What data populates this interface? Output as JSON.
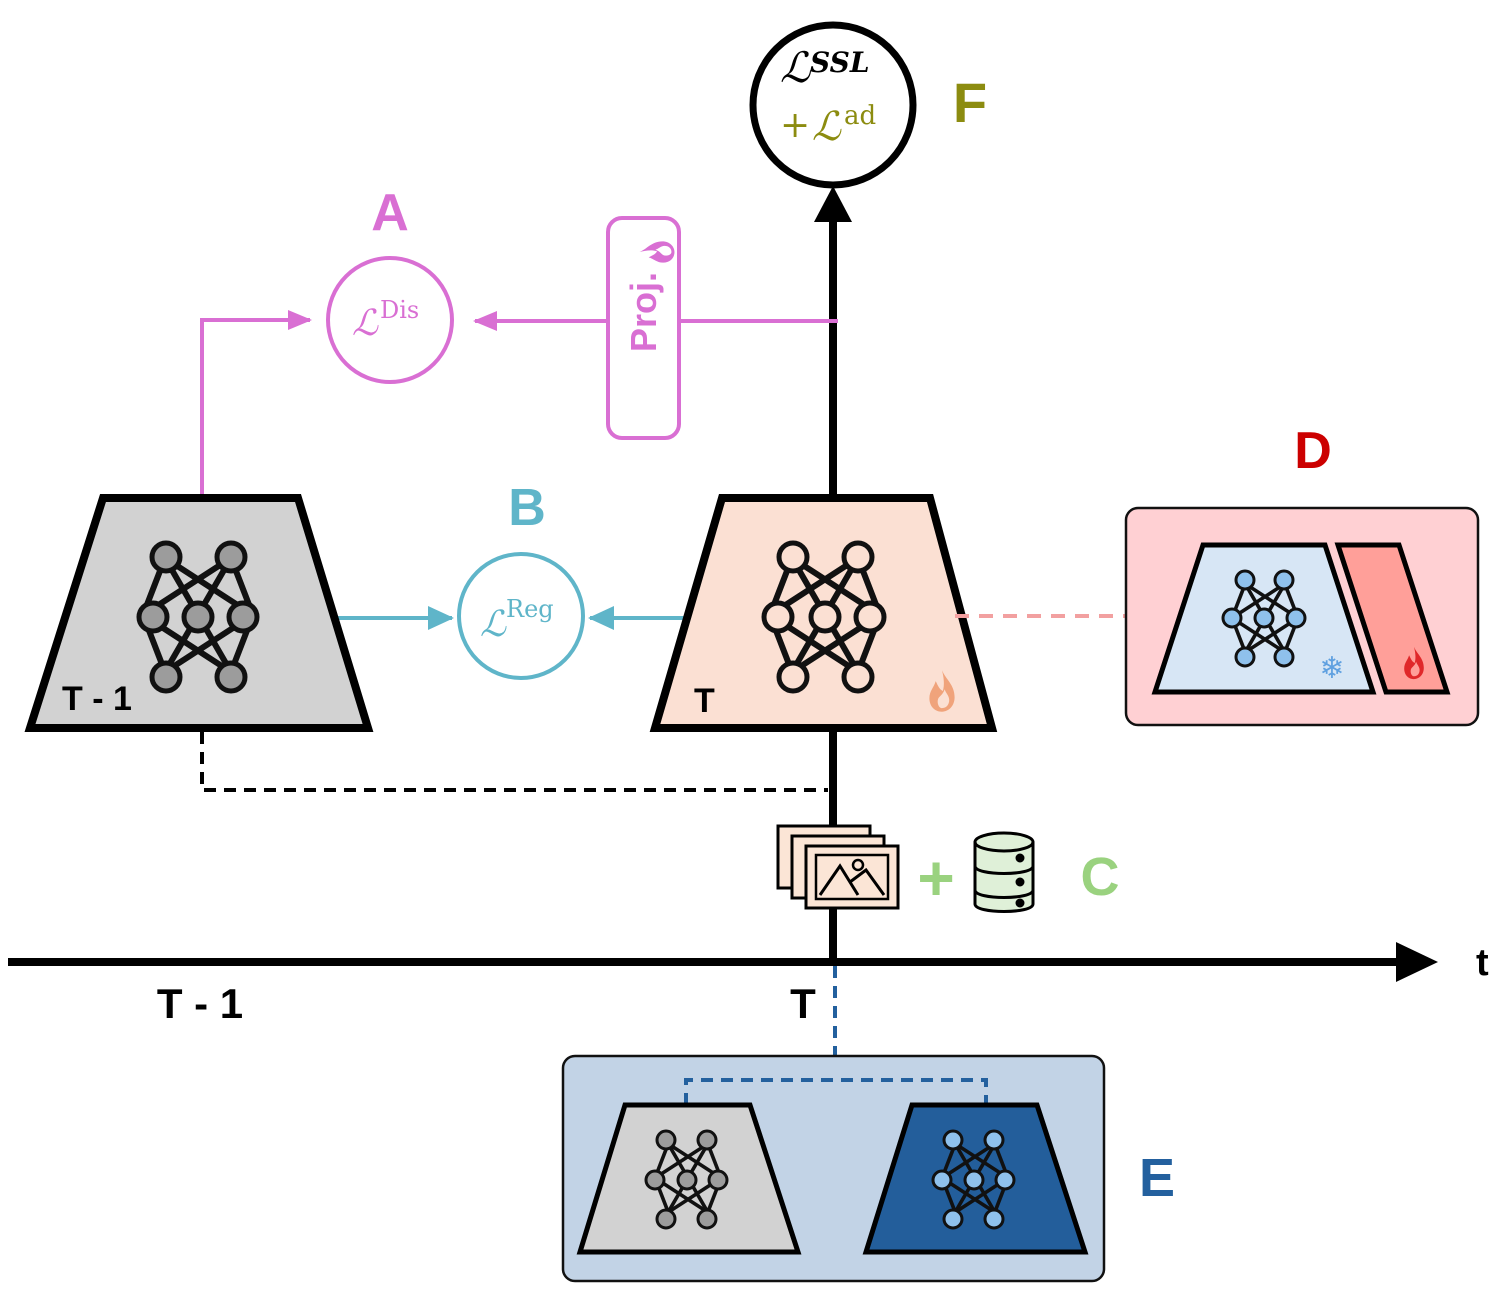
{
  "colors": {
    "A": "#d96fd3",
    "B": "#5fb5c9",
    "C": "#9ad27f",
    "D": "#cc0000",
    "E": "#23609e",
    "F": "#8c8c10",
    "gray_fill": "#d2d2d2",
    "node_gray": "#9c9c9c",
    "peach_fill": "#fbe0d3",
    "d_box": "#ffd0d3",
    "d_light": "#d7e6f5",
    "d_red": "#ff9f99",
    "e_box": "#c2d3e6",
    "e_dark": "#235e9b",
    "node_blue": "#8fc1ec",
    "flame": "#f0a37b",
    "flame_red": "#e0282a",
    "db_fill": "#dff0d8",
    "line_red_dashed": "#f2a0a0"
  },
  "labels": {
    "A": "A",
    "B": "B",
    "C": "C",
    "D": "D",
    "E": "E",
    "F": "F"
  },
  "losses": {
    "ssl": {
      "script": "ℒ",
      "sup": "SSL"
    },
    "ad": {
      "plus": "+",
      "script": "ℒ",
      "sup": "ad"
    },
    "dis": {
      "script": "ℒ",
      "sup": "Dis"
    },
    "reg": {
      "script": "ℒ",
      "sup": "Reg"
    }
  },
  "projector": {
    "label": "Proj.",
    "icon": "flame-icon"
  },
  "encoders": {
    "previous": {
      "label": "T - 1",
      "state": "frozen"
    },
    "current": {
      "label": "T",
      "state": "trainable",
      "icon": "flame-icon"
    },
    "d_icons": [
      "snowflake-icon",
      "flame-icon"
    ]
  },
  "data_inputs": {
    "images_icon": "image-stack-icon",
    "plus": "+",
    "memory_icon": "database-icon"
  },
  "timeline": {
    "axis_label": "t",
    "ticks": [
      "T - 1",
      "T"
    ]
  }
}
